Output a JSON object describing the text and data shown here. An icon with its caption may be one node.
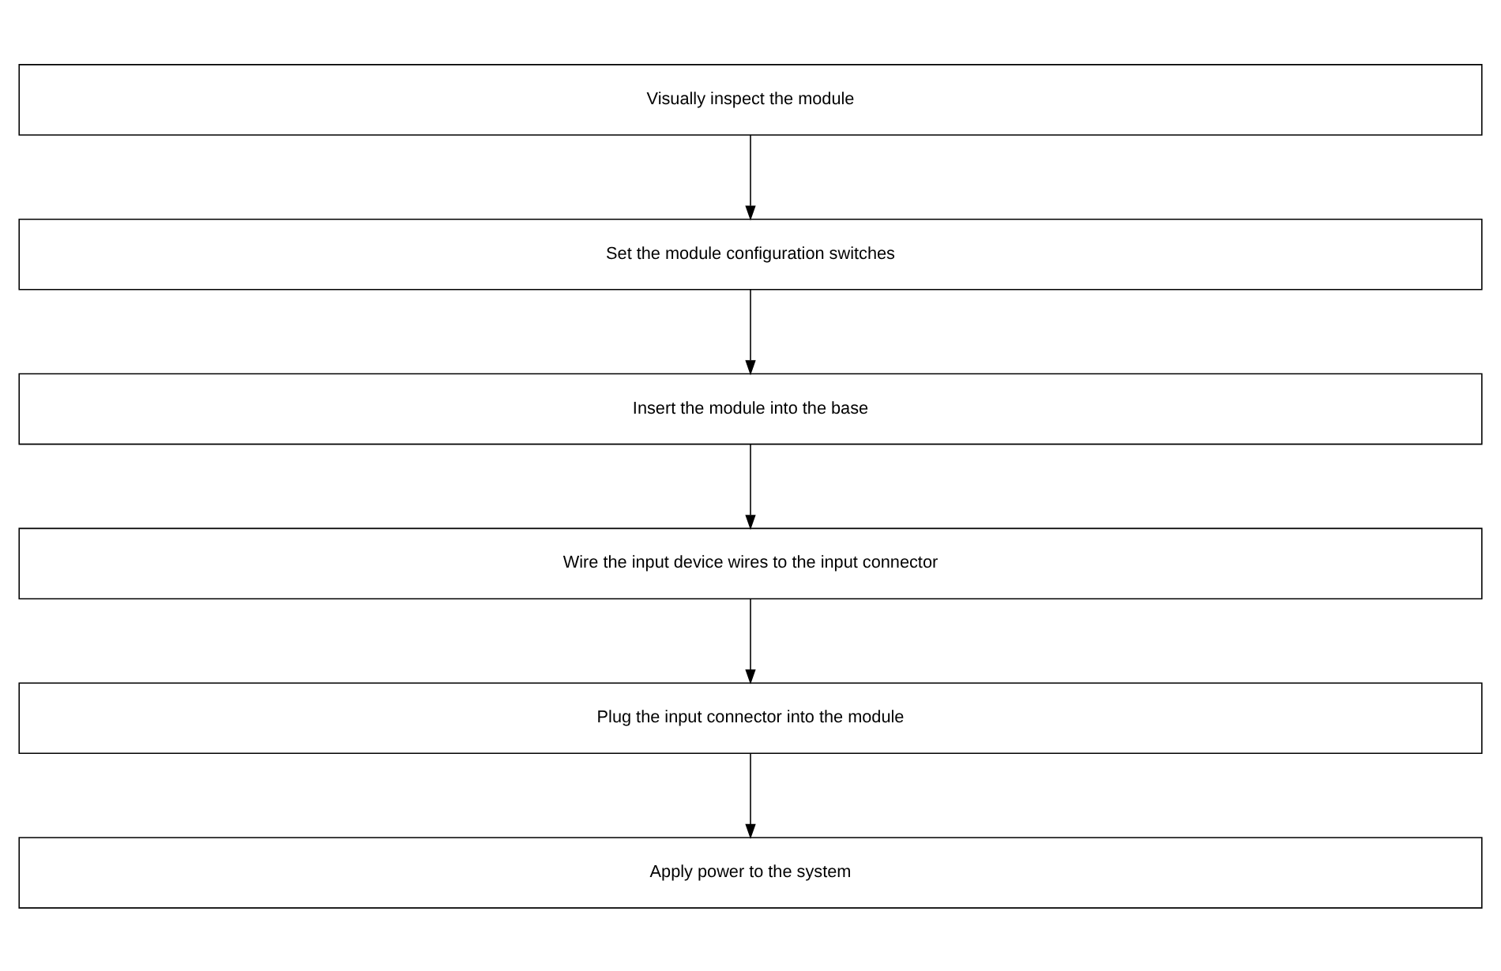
{
  "diagram": {
    "nodes": [
      {
        "text": [
          "Visually inspect the module"
        ]
      },
      {
        "text": [
          "Set the module configuration switches"
        ]
      },
      {
        "text": [
          "Insert the module into the base"
        ]
      },
      {
        "text": [
          "Wire the input device wires to the input connector"
        ]
      },
      {
        "text": [
          "Plug the input connector into the module"
        ]
      },
      {
        "text": [
          "Apply power to the system"
        ]
      }
    ],
    "edges": [
      {
        "from": 0,
        "to": 1,
        "arrow": "to"
      },
      {
        "from": 1,
        "to": 2,
        "arrow": "to"
      },
      {
        "from": 2,
        "to": 3,
        "arrow": "to"
      },
      {
        "from": 3,
        "to": 4,
        "arrow": "to"
      },
      {
        "from": 4,
        "to": 5,
        "arrow": "to"
      }
    ]
  }
}
